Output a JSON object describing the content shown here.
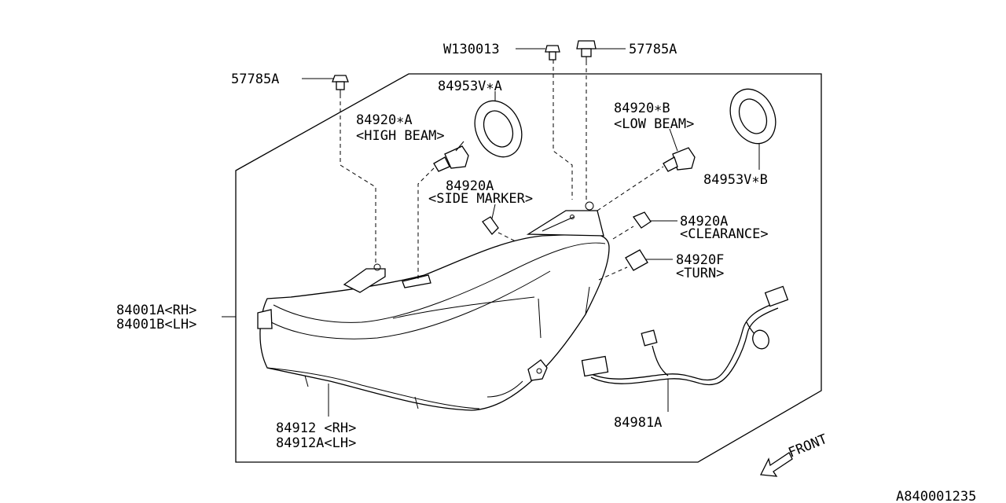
{
  "diagram": {
    "drawing_number": "A840001235",
    "front_label": "FRONT",
    "labels": {
      "w130013": "W130013",
      "clip_top_right": "57785A",
      "clip_top_left": "57785A",
      "socket_a": "84953V∗A",
      "high_beam_part": "84920∗A",
      "high_beam_desc": "<HIGH BEAM>",
      "low_beam_part": "84920∗B",
      "low_beam_desc": "<LOW BEAM>",
      "socket_b": "84953V∗B",
      "side_marker_part": "84920A",
      "side_marker_desc": "<SIDE MARKER>",
      "clearance_part": "84920A",
      "clearance_desc": "<CLEARANCE>",
      "turn_part": "84920F",
      "turn_desc": "<TURN>",
      "headlamp_rh": "84001A<RH>",
      "headlamp_lh": "84001B<LH>",
      "lens_rh": "84912 <RH>",
      "lens_lh": "84912A<LH>",
      "harness": "84981A"
    }
  }
}
